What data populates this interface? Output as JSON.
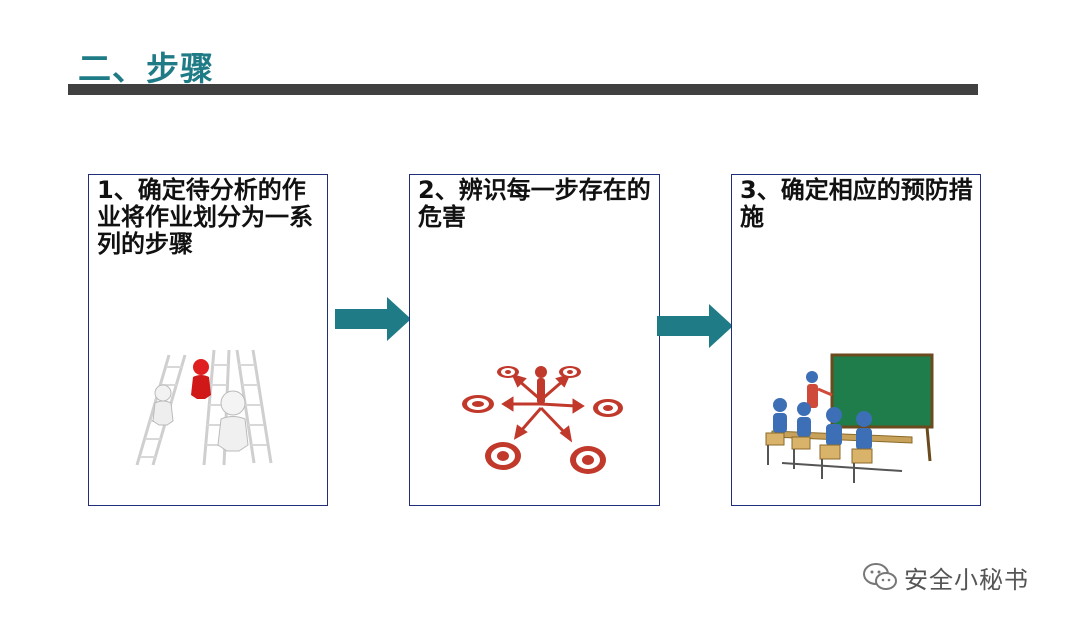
{
  "slide": {
    "title": "二、步骤"
  },
  "steps": [
    {
      "label": "1、确定待分析的作业将作业划分为一系列的步骤",
      "icon": "ladder-climbers-icon"
    },
    {
      "label": "2、辨识每一步存在的危害",
      "icon": "targets-person-icon"
    },
    {
      "label": "3、确定相应的预防措施",
      "icon": "classroom-icon"
    }
  ],
  "arrows": [
    "right-arrow-icon",
    "right-arrow-icon"
  ],
  "watermark": {
    "text": "安全小秘书",
    "icon": "wechat-icon"
  },
  "colors": {
    "title": "#1f7b86",
    "rule": "#404040",
    "arrow": "#1f7b86",
    "box_border": "#1f2f7a",
    "target_red": "#c0392b"
  }
}
